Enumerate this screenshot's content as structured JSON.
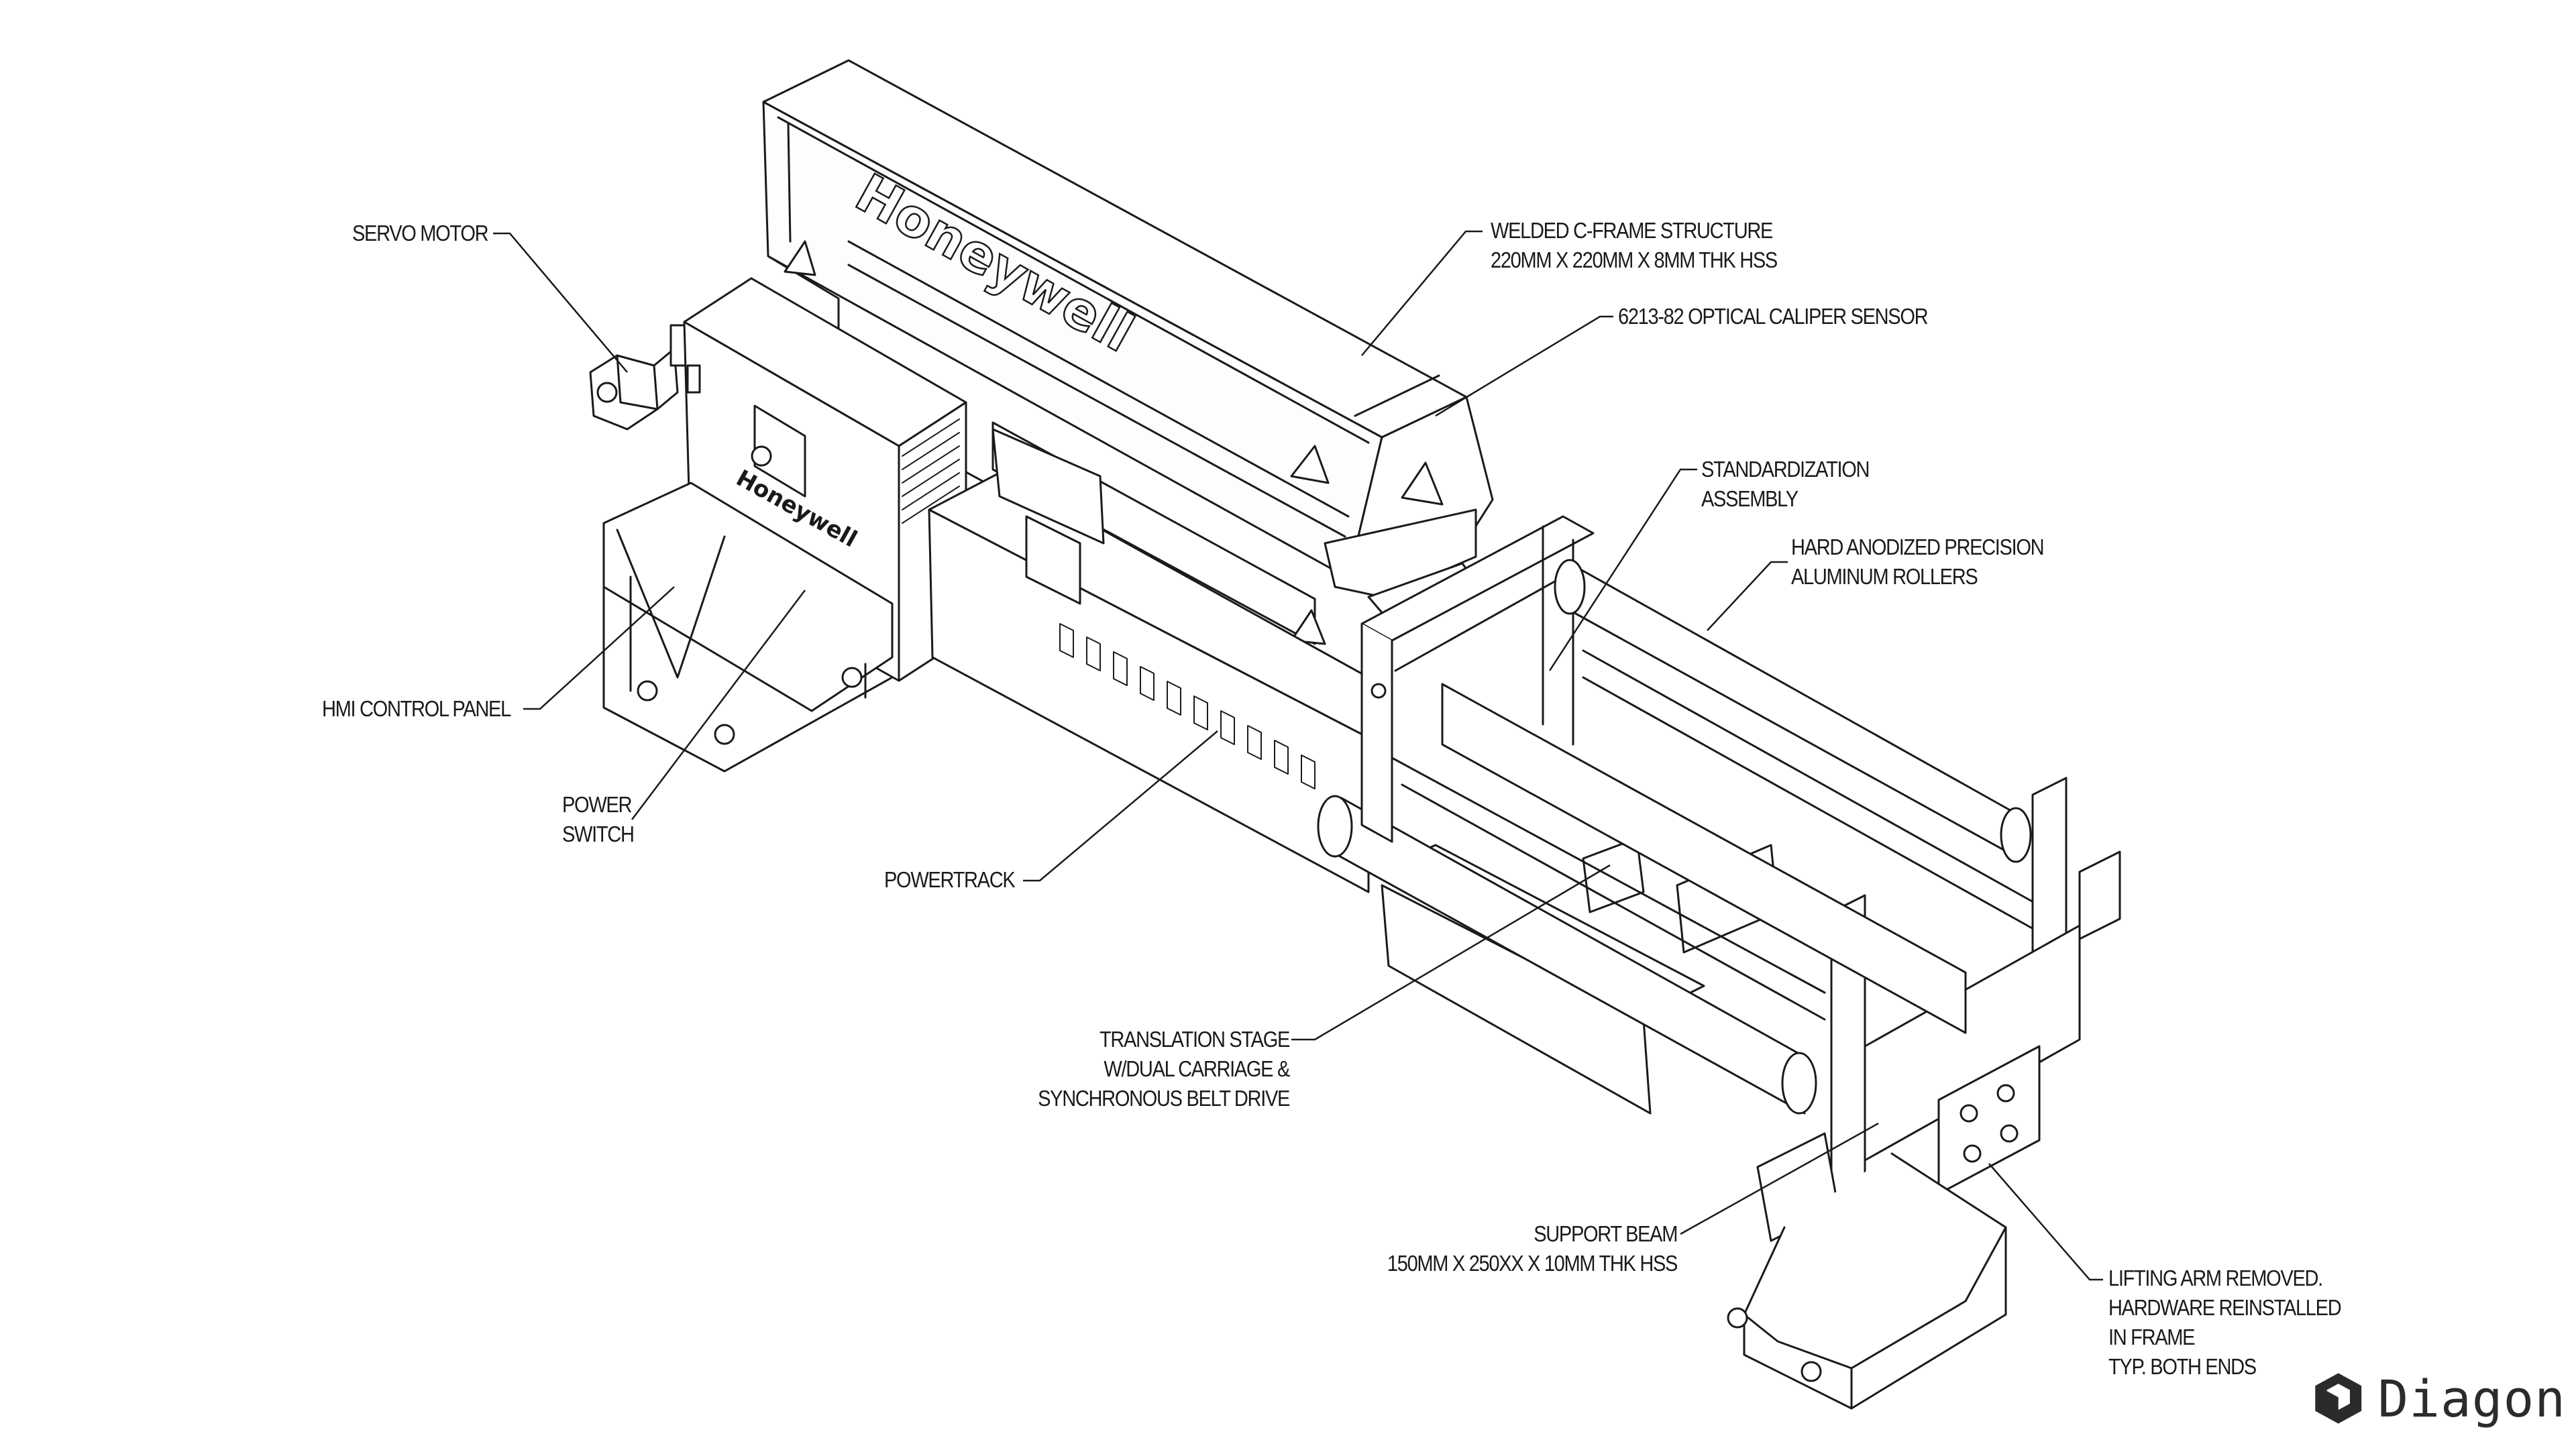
{
  "callouts": {
    "servo_motor": "SERVO MOTOR",
    "hmi_control_panel": "HMI CONTROL PANEL",
    "power_switch": [
      "POWER",
      "SWITCH"
    ],
    "powertrack": "POWERTRACK",
    "translation_stage": [
      "TRANSLATION STAGE",
      "W/DUAL CARRIAGE &",
      "SYNCHRONOUS BELT DRIVE"
    ],
    "welded_c_frame": [
      "WELDED C-FRAME STRUCTURE",
      "220MM X 220MM X 8MM THK HSS"
    ],
    "optical_caliper": "6213-82 OPTICAL CALIPER SENSOR",
    "standardization": [
      "STANDARDIZATION",
      "ASSEMBLY"
    ],
    "rollers": [
      "HARD ANODIZED PRECISION",
      "ALUMINUM ROLLERS"
    ],
    "support_beam": [
      "SUPPORT BEAM",
      "150MM X 250XX X 10MM THK HSS"
    ],
    "lifting_arm": [
      "LIFTING ARM REMOVED.",
      "HARDWARE REINSTALLED",
      "IN FRAME",
      "TYP. BOTH ENDS"
    ]
  },
  "branding": {
    "frame_logo": "Honeywell",
    "panel_logo": "Honeywell"
  },
  "watermark": {
    "wordmark": "Diagon",
    "icon": "diagon-logo-icon"
  },
  "colors": {
    "ink": "#1a1a1a",
    "background": "#ffffff"
  }
}
